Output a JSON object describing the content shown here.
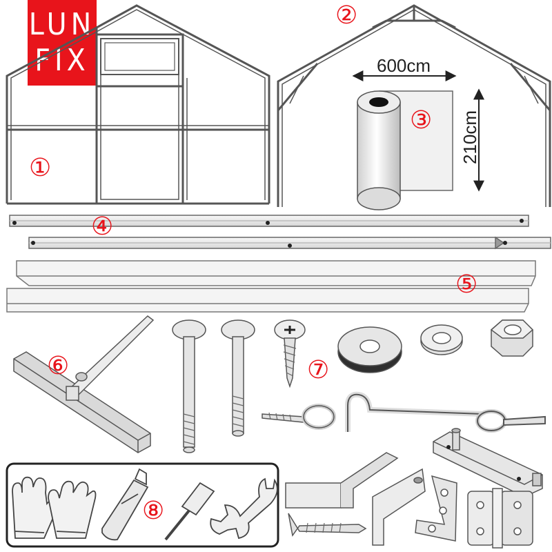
{
  "logo": {
    "line1": "LUN",
    "line2": "FIX",
    "color": "#e8141b"
  },
  "labels": {
    "n1": "①",
    "n2": "②",
    "n3": "③",
    "n4": "④",
    "n5": "⑤",
    "n6": "⑥",
    "n7": "⑦",
    "n8": "⑧"
  },
  "dimensions": {
    "width": "600cm",
    "height": "210cm"
  },
  "colors": {
    "accent": "#e8141b",
    "line": "#444444",
    "metal": "#e6e6e6"
  },
  "icons": [
    "greenhouse-side-frame-icon",
    "greenhouse-gable-frame-icon",
    "film-roll-icon",
    "aluminum-profile-icon",
    "angle-profile-icon",
    "door-handle-icon",
    "bolt-icon",
    "screw-icon",
    "washer-icon",
    "nut-icon",
    "eye-screw-icon",
    "hook-icon",
    "gloves-icon",
    "cutter-knife-icon",
    "screwdriver-icon",
    "wrench-icon",
    "bracket-icon",
    "self-drilling-screw-icon",
    "angle-bracket-icon",
    "latch-icon",
    "hinge-icon"
  ]
}
